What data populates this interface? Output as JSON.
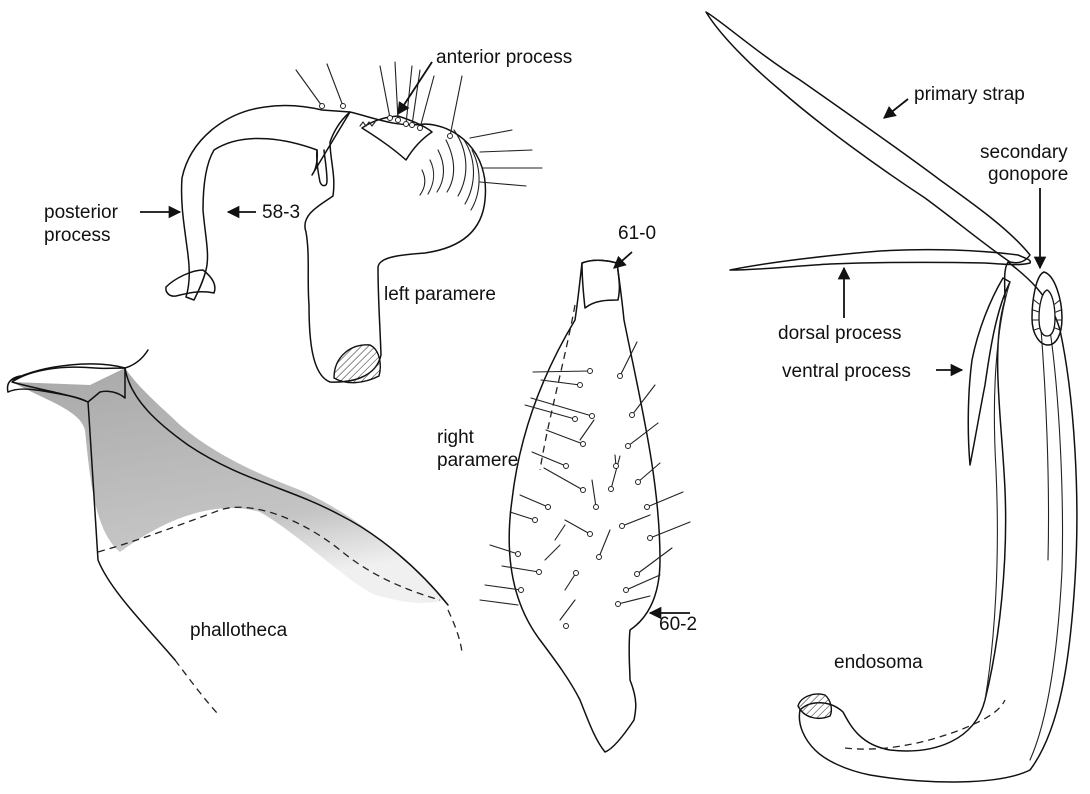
{
  "labels": {
    "anterior_process": "anterior process",
    "posterior_process_line1": "posterior",
    "posterior_process_line2": "process",
    "code_58_3": "58-3",
    "left_paramere": "left paramere",
    "code_61_0": "61-0",
    "right_paramere_line1": "right",
    "right_paramere_line2": "paramere",
    "code_60_2": "60-2",
    "phallotheca": "phallotheca",
    "primary_strap": "primary strap",
    "secondary_gonopore_line1": "secondary",
    "secondary_gonopore_line2": "gonopore",
    "dorsal_process": "dorsal process",
    "ventral_process": "ventral process",
    "endosoma": "endosoma"
  },
  "colors": {
    "outline": "#111111",
    "sclerotized_shade": "#aaaaaa",
    "light_shade": "#e6e6e6",
    "background": "#ffffff"
  }
}
